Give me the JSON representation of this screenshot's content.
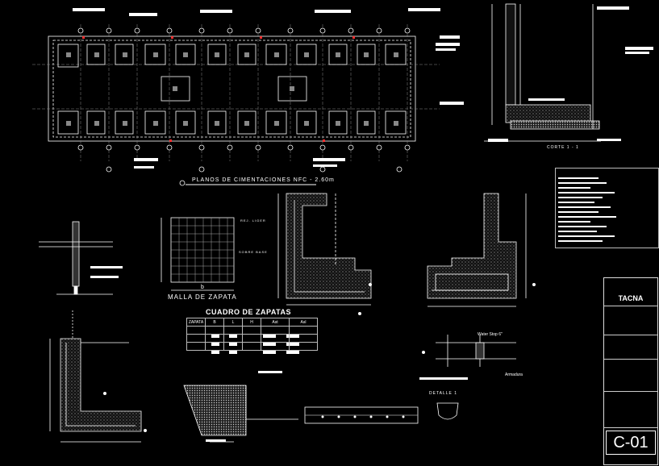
{
  "drawing": {
    "plan_title": "PLANOS DE CIMENTACIONES NFC - 2.60m",
    "mesh_title": "MALLA DE ZAPATA",
    "mesh_dim": "b",
    "mesh_note_1": "REJ. LIGER",
    "mesh_note_2": "SOBRE BASE",
    "table_title": "CUADRO DE ZAPATAS",
    "table_headers": [
      "ZAPATA",
      "B",
      "L",
      "H",
      "Ast",
      "Asl"
    ],
    "section_label": "CORTE 1 - 1",
    "detail_label": "DETALLE 1",
    "waterstop_label": "Water Stop 6\"",
    "armadura_label": "Armadura",
    "sheet_text": "C-01",
    "logo_text": "TACNA",
    "colors": {
      "line": "#ffffff",
      "accent": "#ff3030",
      "highlight": "#ffff00",
      "background": "#000000"
    }
  }
}
